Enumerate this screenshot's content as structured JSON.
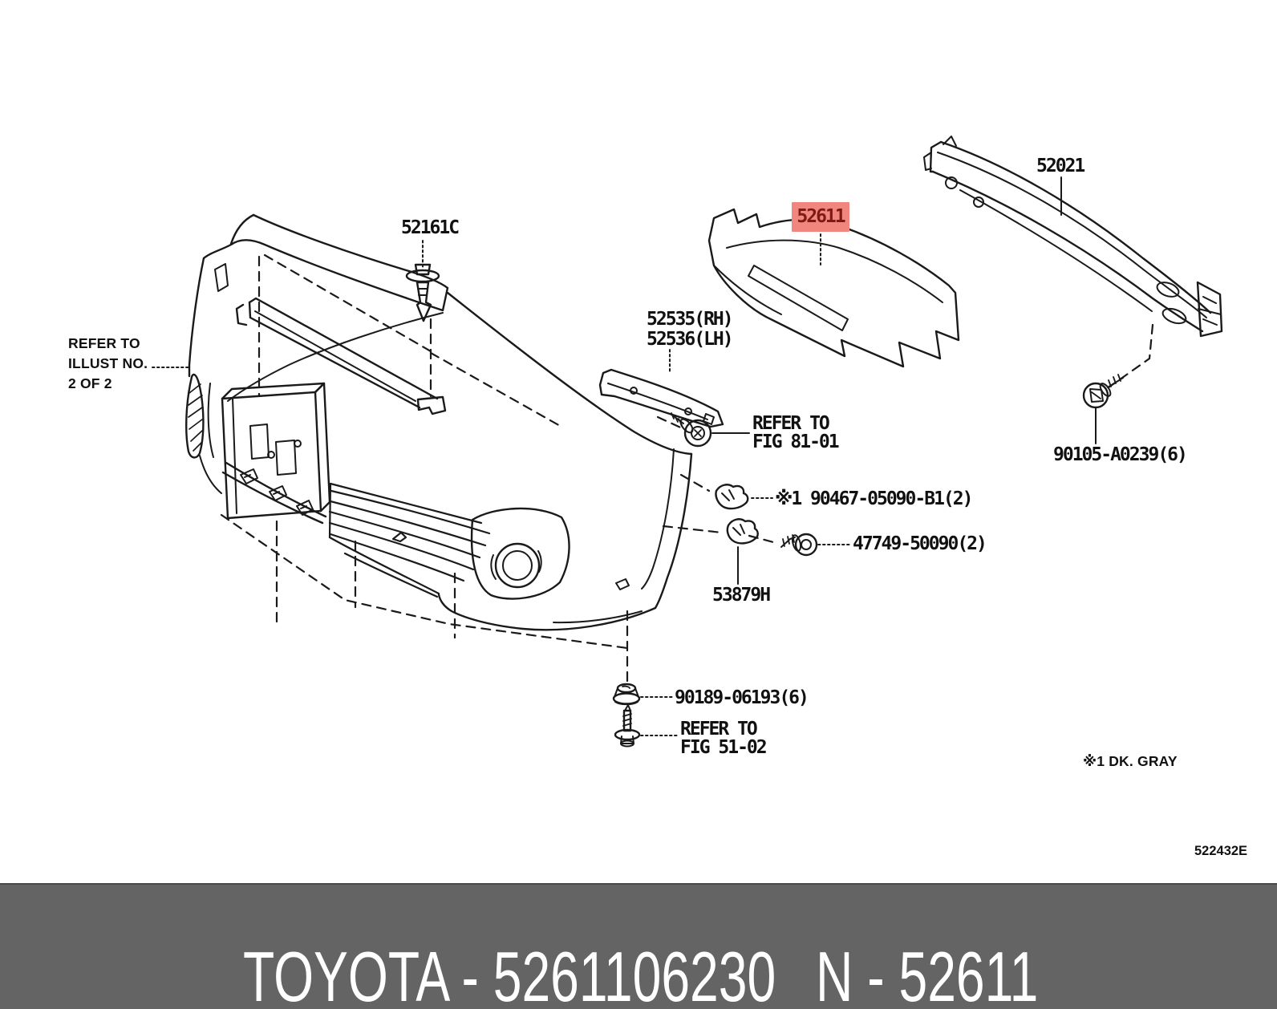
{
  "diagram": {
    "line_color": "#1a1a1a",
    "highlight_bg": "#F1867E",
    "highlight_fg": "#7E1A14",
    "code": "522432E",
    "color_note": "※1 DK. GRAY",
    "labels": {
      "clip_52161c": "52161C",
      "absorber_52611": "52611",
      "reinforcement_52021": "52021",
      "support_rh": "52535(RH)",
      "support_lh": "52536(LH)",
      "bolt_90105": "90105-A0239(6)",
      "clip_90467": "※1 90467-05090-B1(2)",
      "bolt_47749": "47749-50090(2)",
      "clip_53879h": "53879H",
      "nut_90189": "90189-06193(6)"
    },
    "notes": {
      "illust": [
        "REFER TO",
        "ILLUST NO.",
        "2 OF 2"
      ],
      "fig81": [
        "REFER TO",
        "FIG 81-01"
      ],
      "fig51": [
        "REFER TO",
        "FIG 51-02"
      ]
    }
  },
  "footer": {
    "background": "#646464",
    "text_color": "#FFFFFF",
    "brand_part": "TOYOTA - 5261106230",
    "catalog_part": "N - 52611"
  }
}
